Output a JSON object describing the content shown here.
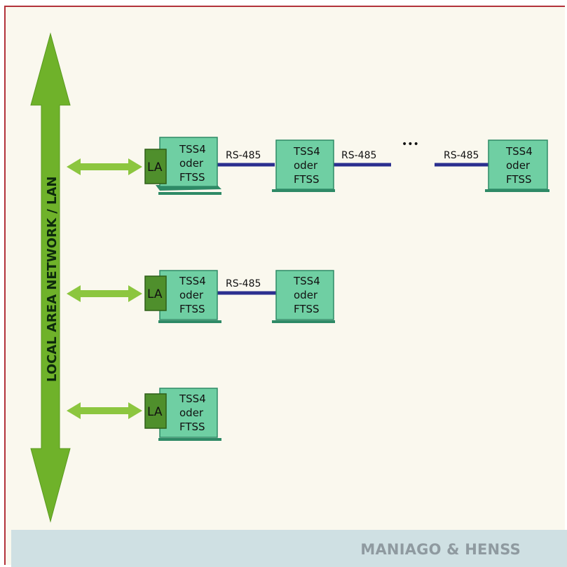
{
  "diagram": {
    "lan_label": "LOCAL AREA NETWORK / LAN",
    "adapter_label": "LA",
    "node_lines": [
      "TSS4",
      "oder",
      "FTSS"
    ],
    "bus_label": "RS-485",
    "ellipsis": "•••",
    "footer": "MANIAGO & HENSS",
    "colors": {
      "frame_border": "#b2323a",
      "background": "#faf8ee",
      "lan_arrow": "#6fb22a",
      "node_fill": "#6fcfa3",
      "adapter_fill": "#4f8f2c",
      "bus_line": "#2b2f8f",
      "footer_band": "#cfe0e3"
    }
  }
}
